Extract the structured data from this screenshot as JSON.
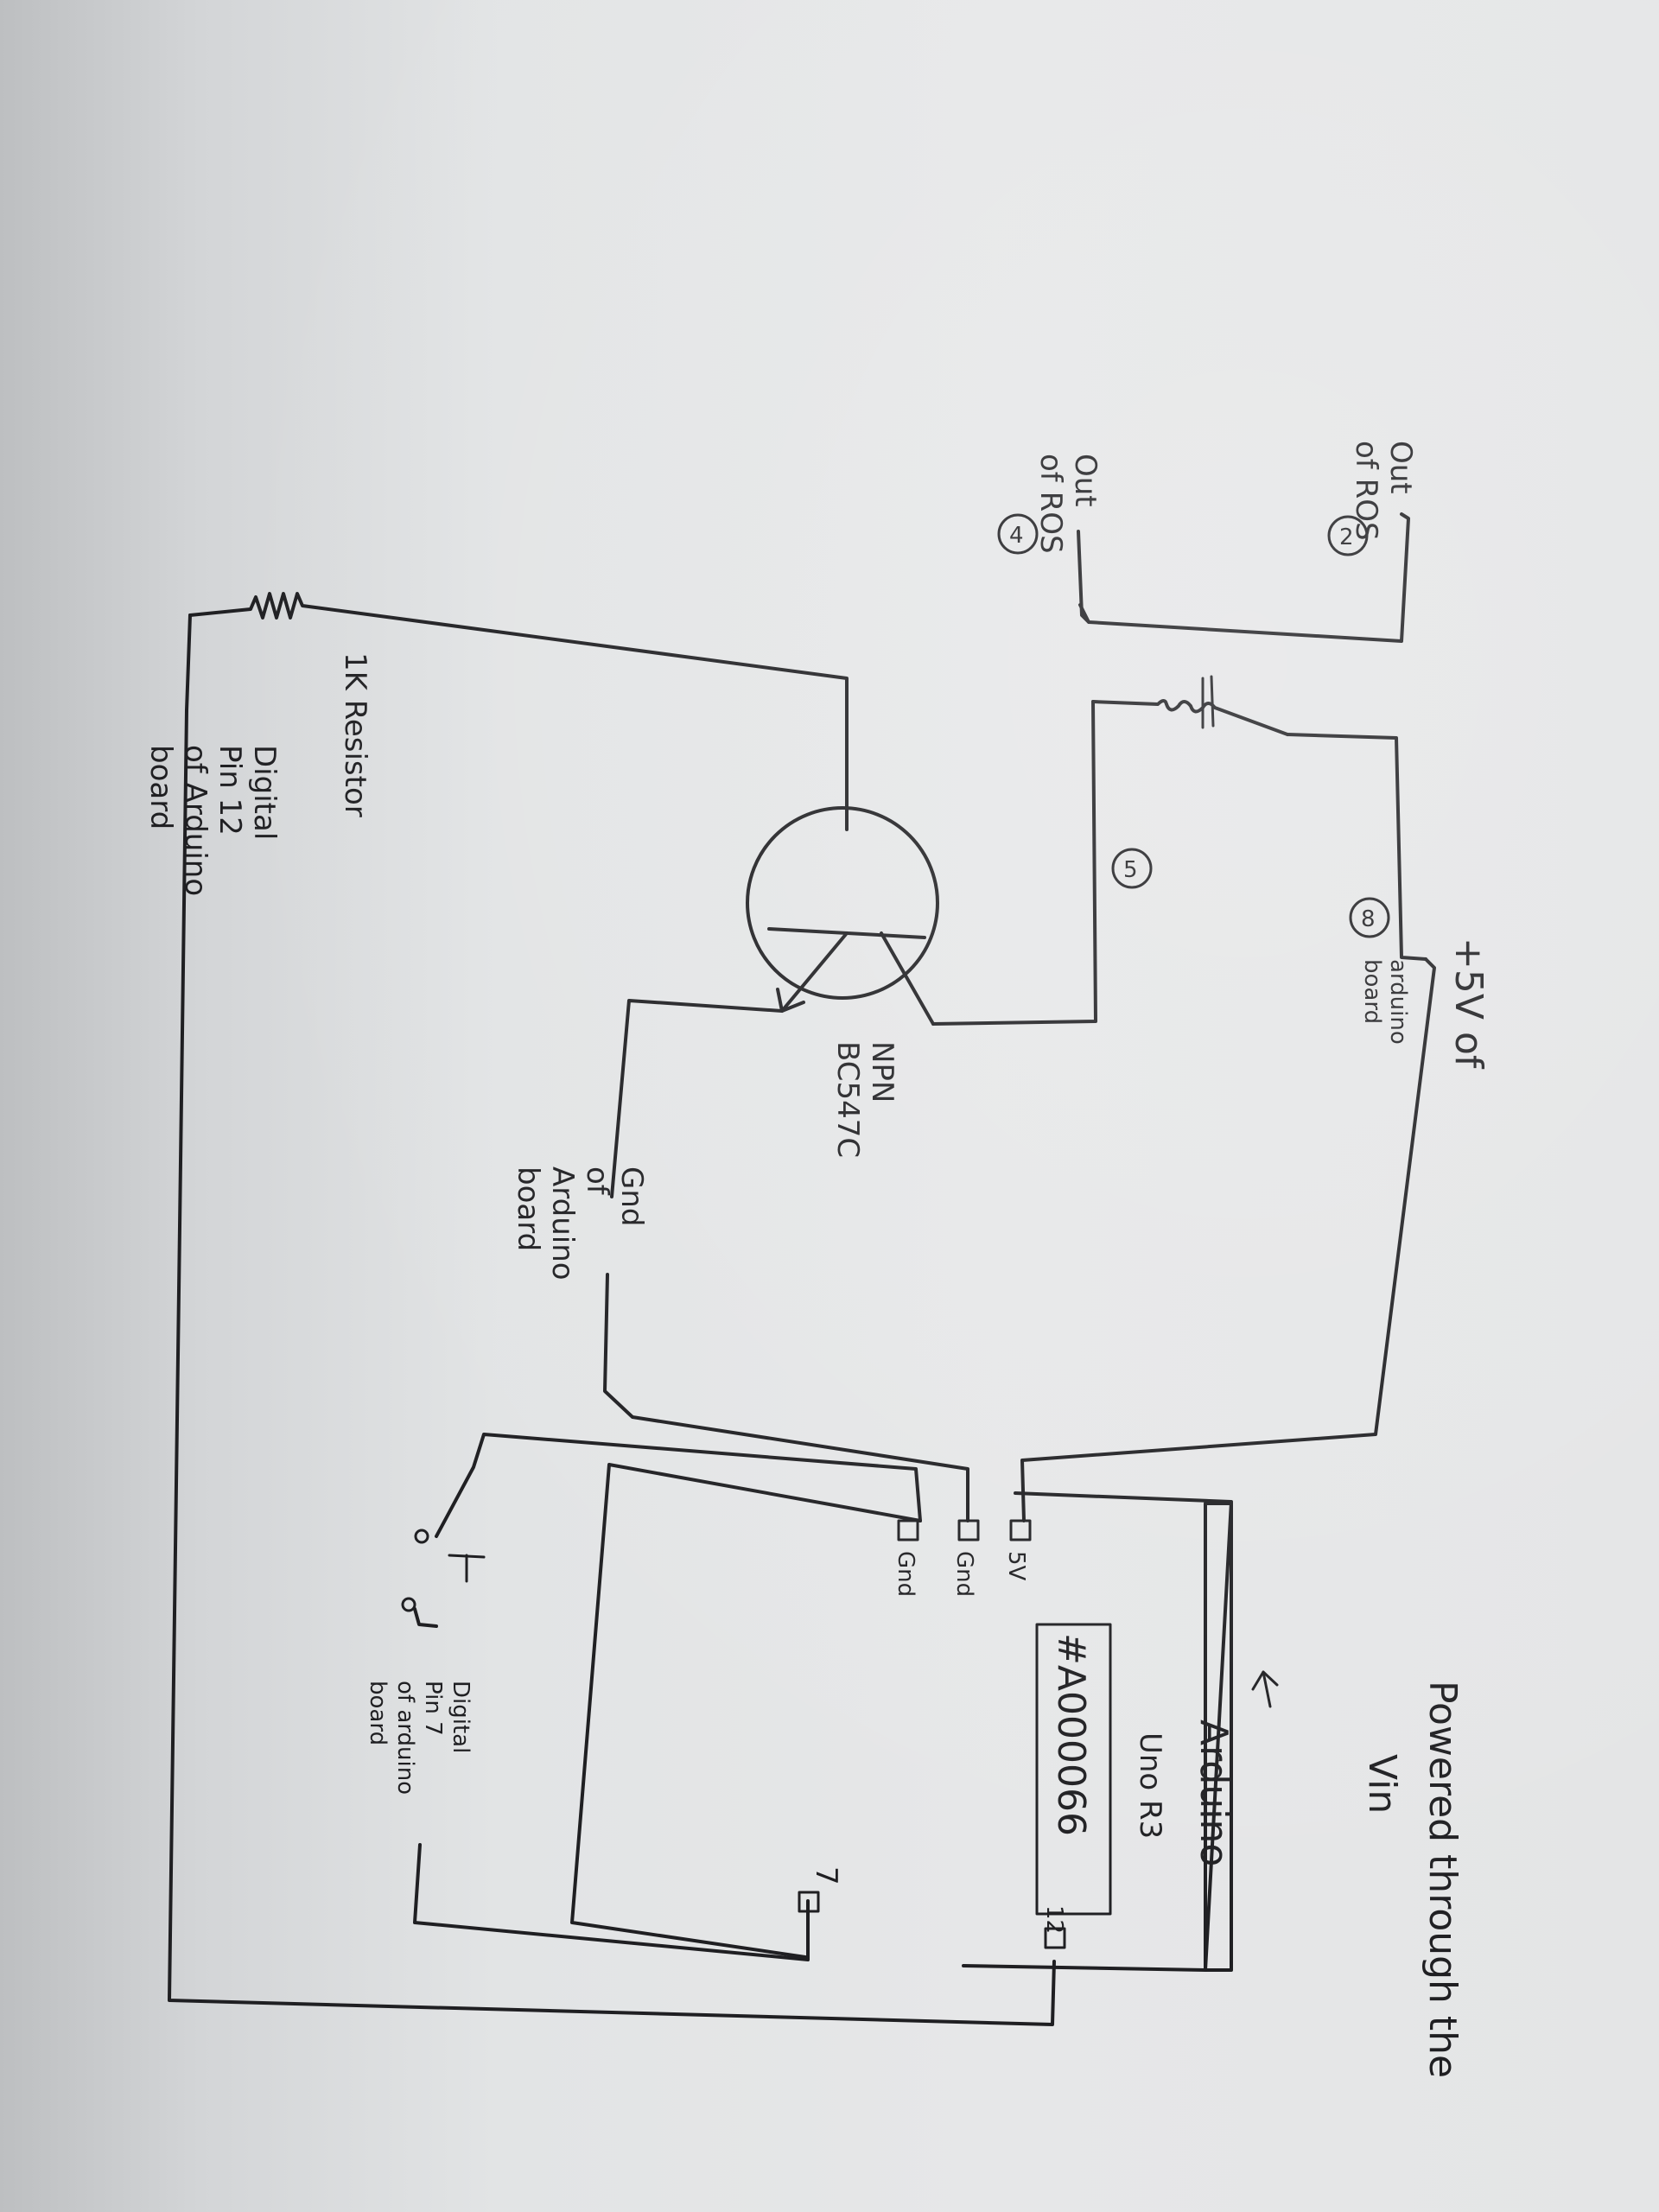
{
  "labels": {
    "out_ros_2": [
      "Out",
      "of ROS"
    ],
    "node_2": "2",
    "out_ros_4": [
      "Out",
      "of ROS"
    ],
    "node_4": "4",
    "resistor": "1K Resistor",
    "pin12_note": [
      "Digital",
      "Pin 12",
      "of Arduino",
      "board"
    ],
    "node_5": "5",
    "node_8": "8",
    "plus5v": "+5V of",
    "plus5v_sub": [
      "arduino",
      "board"
    ],
    "transistor": [
      "NPN",
      "BC547C"
    ],
    "gnd_note": [
      "Gnd",
      "of",
      "Arduino",
      "board"
    ],
    "powered": [
      "Powered through the",
      "Vin"
    ],
    "arduino_title": [
      "Arduino",
      "Uno R3"
    ],
    "part_number": "#A000066",
    "pin_5v": "5V",
    "pin_gnd1": "Gnd",
    "pin_gnd2": "Gnd",
    "pin_12": "12",
    "pin_7": "7",
    "pin7_note": [
      "Digital",
      "Pin 7",
      "of arduino",
      "board"
    ]
  }
}
